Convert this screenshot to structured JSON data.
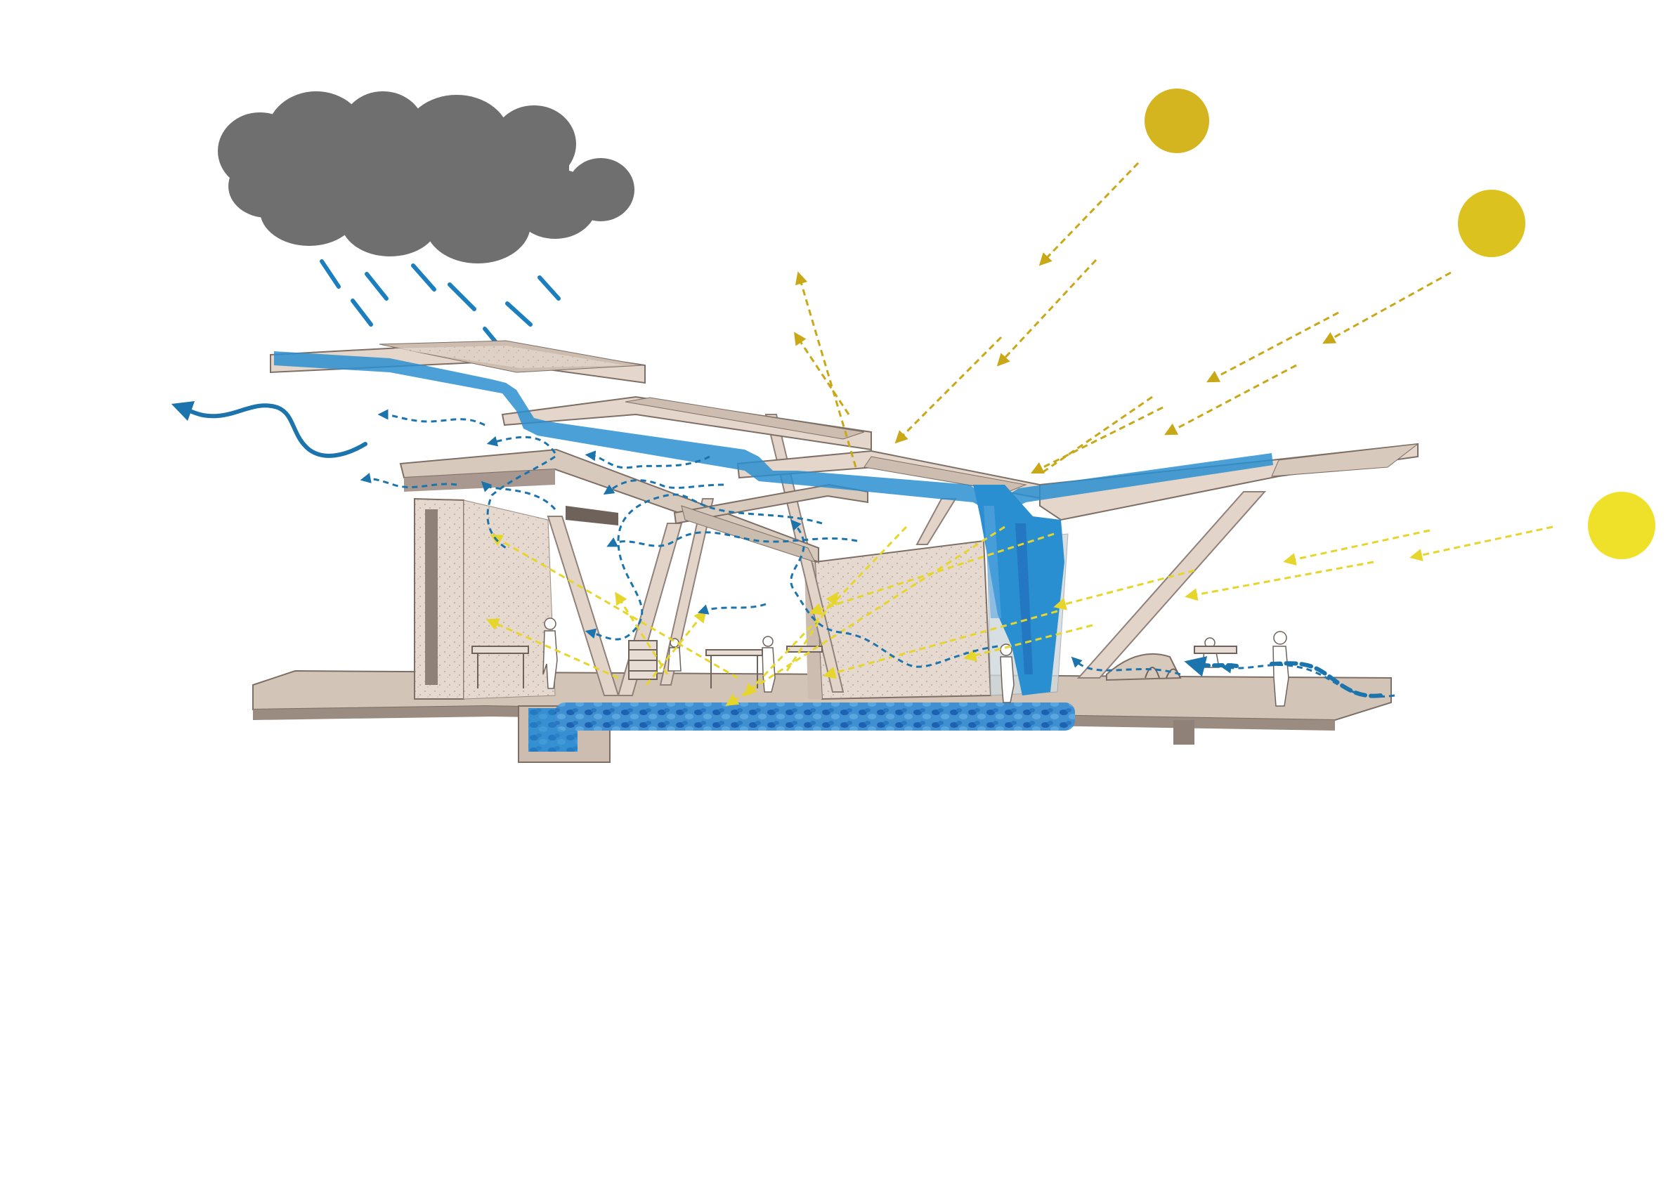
{
  "diagram": {
    "kind": "architectural-environmental-section",
    "colors": {
      "background": "#ffffff",
      "cloud": "#6f6f6f",
      "rain": "#1b7fbf",
      "water": "#2a8fd0",
      "air_flow": "#1c74ad",
      "sun_high": "#d4b41f",
      "sun_mid": "#dcc21f",
      "sun_low": "#efe02a",
      "sun_ray_high": "#c9a818",
      "sun_ray_low": "#e6d52a",
      "structure_light": "#eadcd2",
      "structure_mid": "#cdbdb1",
      "structure_dark": "#8f8178",
      "wall_texture": "#e4d6cb",
      "solar_panel": "#bdb0a6",
      "human_figure": "#ffffff"
    },
    "elements": {
      "sun_count": 3,
      "cloud_count": 1,
      "icons": [
        "cloud-icon",
        "sun-icon",
        "rain-icon",
        "wind-arrow-icon",
        "solar-ray-icon",
        "water-storage-icon"
      ]
    }
  }
}
